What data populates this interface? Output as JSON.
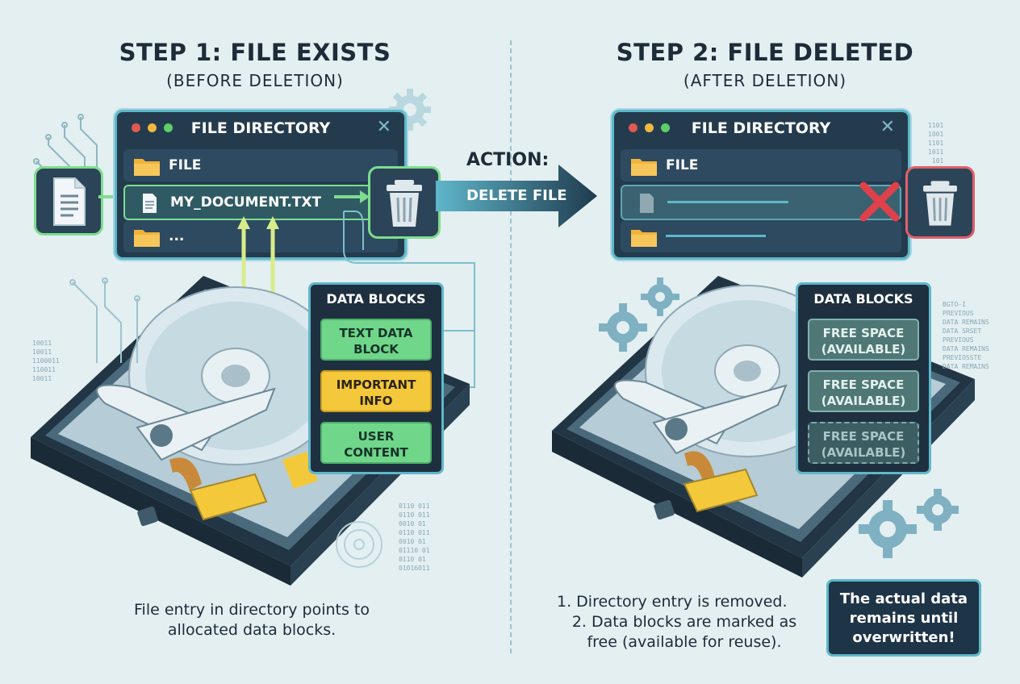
{
  "step1": {
    "title": "STEP 1: FILE EXISTS",
    "subtitle": "(BEFORE DELETION)"
  },
  "step2": {
    "title": "STEP 2: FILE DELETED",
    "subtitle": "(AFTER DELETION)"
  },
  "window_left": {
    "title": "FILE DIRECTORY",
    "rows": [
      "FILE",
      "MY_DOCUMENT.TXT",
      "..."
    ]
  },
  "window_right": {
    "title": "FILE DIRECTORY",
    "rows": [
      "FILE"
    ]
  },
  "action": {
    "label": "ACTION:",
    "text": "DELETE FILE"
  },
  "blocks_left": {
    "title": "DATA BLOCKS",
    "items": [
      {
        "label": "TEXT DATA BLOCK",
        "color": "#6fd68a"
      },
      {
        "label": "IMPORTANT INFO",
        "color": "#f4c83b"
      },
      {
        "label": "USER CONTENT",
        "color": "#6fd68a"
      }
    ]
  },
  "blocks_right": {
    "title": "DATA BLOCKS",
    "items": [
      "FREE SPACE (AVAILABLE)",
      "FREE SPACE (AVAILABLE)",
      "FREE SPACE (AVAILABLE)"
    ]
  },
  "caption_left": "File entry in directory points to allocated data blocks.",
  "caption_right": {
    "line1": "1. Directory entry is removed.",
    "line2": "2. Data blocks are marked as free (available for reuse)."
  },
  "note": "The actual data remains until overwritten!",
  "residual_text": [
    "BGTO-I",
    "PREVIOUS",
    "DATA REMAINS",
    "DATA SRSET",
    "PREVIOUS",
    "DATA REMAINS",
    "PREVIOSSTE",
    "DATA REMAINS"
  ],
  "binary_snippets": {
    "top_right": [
      "1101",
      "1001",
      "1101",
      "1011",
      "101",
      "1011"
    ],
    "left": [
      "10011",
      "10011",
      "1100011",
      "110011",
      "10011"
    ],
    "bottom": [
      "0110 011",
      "0110 011",
      "0010 01",
      "0110 011",
      "0010 01",
      "01110 01",
      "0110 01",
      "01016011"
    ]
  },
  "colors": {
    "background": "#e3eff1",
    "panel_dark": "#243b4e",
    "accent": "#5fb7c9",
    "green": "#6fd68a",
    "yellow": "#f4c83b",
    "delete_red": "#e0404a"
  }
}
